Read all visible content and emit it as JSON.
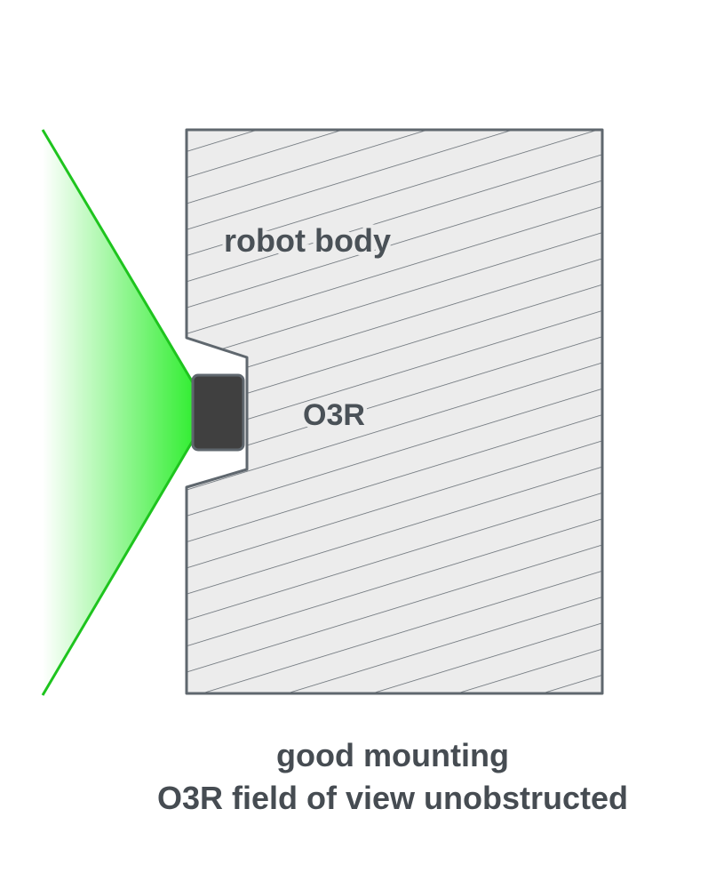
{
  "labels": {
    "robot_body": "robot body",
    "sensor": "O3R"
  },
  "caption": {
    "line1": "good mounting",
    "line2": "O3R field of view unobstructed"
  },
  "colors": {
    "body_fill": "#ececec",
    "body_stroke": "#5f676e",
    "hatch": "#5f676e",
    "sensor_fill": "#404040",
    "fov_line": "#1ec41e",
    "fov_glow": "#33ee33",
    "text": "#464c52"
  }
}
